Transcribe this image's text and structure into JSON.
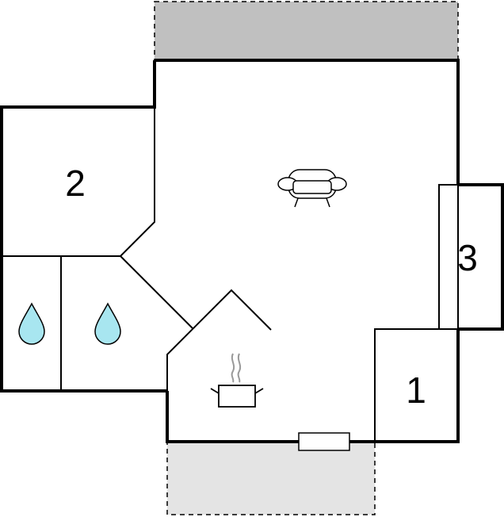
{
  "floorplan": {
    "rooms": [
      {
        "label": "2",
        "type": "bedroom"
      },
      {
        "label": "3",
        "type": "bedroom"
      },
      {
        "label": "1",
        "type": "bedroom"
      }
    ],
    "icons": [
      "sofa-icon",
      "water-drop-icon",
      "water-drop-icon",
      "cooking-pot-icon"
    ],
    "colors": {
      "wall": "#000000",
      "background": "#ffffff",
      "terrace_top": "#c0c0c0",
      "terrace_bottom": "#e4e4e4",
      "water": "#a8e6f0"
    }
  }
}
